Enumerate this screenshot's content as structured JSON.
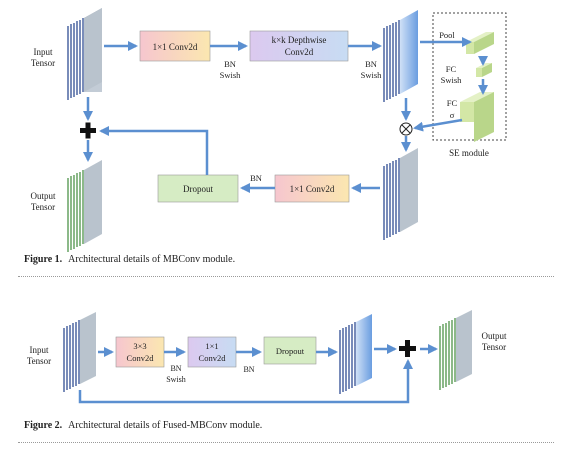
{
  "fig1": {
    "input_label": [
      "Input",
      "Tensor"
    ],
    "output_label": [
      "Output",
      "Tensor"
    ],
    "conv1": "1×1 Conv2d",
    "dw": [
      "k×k Depthwise",
      "Conv2d"
    ],
    "conv2": "1×1 Conv2d",
    "dropout": "Dropout",
    "bn_swish_a": [
      "BN",
      "Swish"
    ],
    "bn_swish_b": [
      "BN",
      "Swish"
    ],
    "bn": "BN",
    "se": {
      "pool": "Pool",
      "fc_swish": [
        "FC",
        "Swish"
      ],
      "fc_sigma": [
        "FC",
        "σ"
      ],
      "module_label": "SE module"
    },
    "multiply_symbol": "⊗",
    "add_symbol": "+",
    "caption_label": "Figure 1.",
    "caption_text": "Architectural details of MBConv module."
  },
  "fig2": {
    "input_label": [
      "Input",
      "Tensor"
    ],
    "output_label": [
      "Output",
      "Tensor"
    ],
    "conv3": [
      "3×3",
      "Conv2d"
    ],
    "conv1": [
      "1×1",
      "Conv2d"
    ],
    "dropout": "Dropout",
    "bn_swish": [
      "BN",
      "Swish"
    ],
    "bn": "BN",
    "add_symbol": "+",
    "caption_label": "Figure 2.",
    "caption_text": "Architectural details of Fused-MBConv module."
  },
  "colors": {
    "arrow": "#5b8fd0",
    "tensor_gray": "#b9c3cd",
    "tensor_blue": "#8fb6e6",
    "tensor_line_blue": "#1f3e8a",
    "tensor_line_green": "#3f8a3a",
    "se_green": "#d3e7a6",
    "dropout_green": "#d6ecc4"
  }
}
